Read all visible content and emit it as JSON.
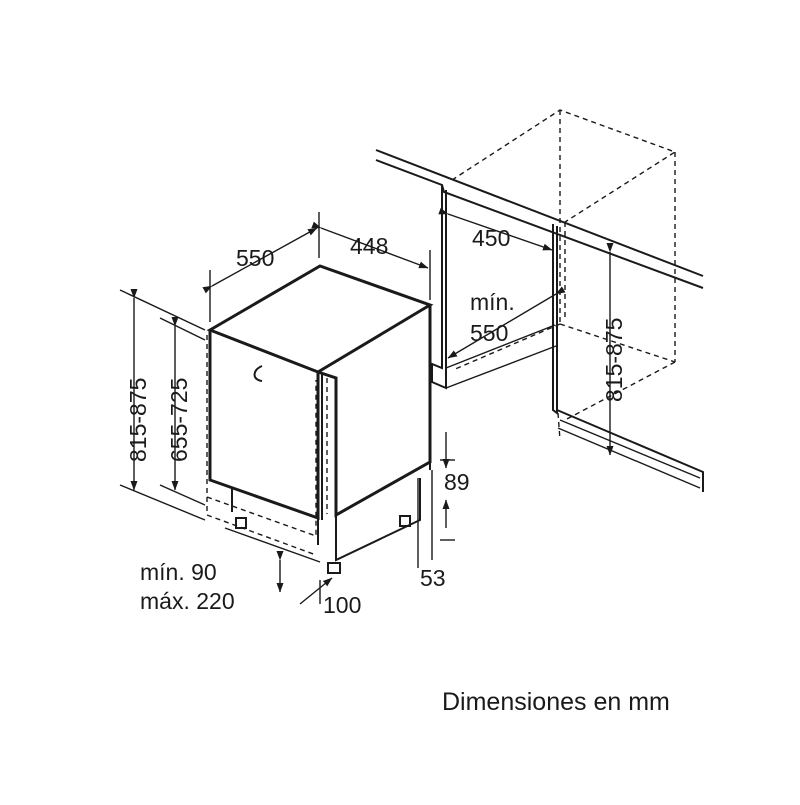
{
  "caption": "Dimensiones en mm",
  "dimensions": {
    "appliance_depth": "550",
    "appliance_width": "448",
    "overall_height": "815-875",
    "door_height": "655-725",
    "plinth_gap_min": "mín. 90",
    "plinth_gap_max": "máx. 220",
    "foot_offset": "100",
    "plinth_height_upper": "89",
    "plinth_height_lower": "53",
    "niche_width": "450",
    "niche_depth_min_label": "mín.",
    "niche_depth_min_value": "550",
    "niche_height": "815-875"
  }
}
